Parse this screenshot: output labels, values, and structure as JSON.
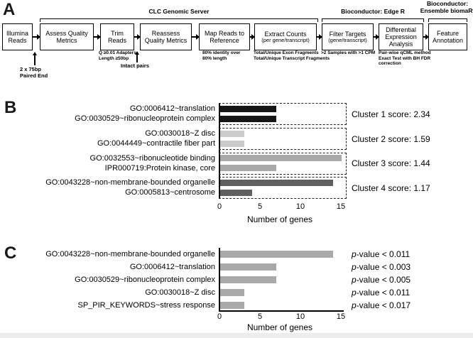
{
  "panels": {
    "a": "A",
    "b": "B",
    "c": "C"
  },
  "workflow": {
    "server_labels": [
      {
        "line1": "CLC Genomic Server",
        "line2": ""
      },
      {
        "line1": "Bioconductor: Edge R",
        "line2": ""
      },
      {
        "line1": "Bioconductor:",
        "line2": "Ensemble biomaRt"
      }
    ],
    "steps": [
      {
        "name": "illumina-reads",
        "lines": [
          "Illumina",
          "Reads"
        ]
      },
      {
        "name": "assess-quality-metrics",
        "lines": [
          "Assess Quality",
          "Metrics"
        ]
      },
      {
        "name": "trim-reads",
        "lines": [
          "Trim",
          "Reads"
        ]
      },
      {
        "name": "reassess-quality-metrics",
        "lines": [
          "Reassess",
          "Quality Metrics"
        ]
      },
      {
        "name": "map-reads-to-reference",
        "lines": [
          "Map Reads to",
          "Reference"
        ]
      },
      {
        "name": "extract-counts",
        "lines": [
          "Extract Counts"
        ],
        "sub": "(per gene/transcript)"
      },
      {
        "name": "filter-targets",
        "lines": [
          "Filter Targets"
        ],
        "sub": "(gene/transcript)"
      },
      {
        "name": "differential-expression-analysis",
        "lines": [
          "Differential",
          "Expression",
          "Analysis"
        ]
      },
      {
        "name": "feature-annotation",
        "lines": [
          "Feature",
          "Annotation"
        ]
      }
    ],
    "annotations": [
      {
        "size": "md",
        "lines": [
          "2 x 75bp",
          "Paired End"
        ]
      },
      {
        "size": "sm",
        "lines": [
          "Q ≥0.01 Adapters",
          "Length ≥50bp"
        ]
      },
      {
        "size": "md",
        "lines": [
          "Intact pairs"
        ]
      },
      {
        "size": "sm",
        "lines": [
          "80% identity over",
          "80% length"
        ]
      },
      {
        "size": "sm",
        "lines": [
          "Total/Unique Exon Fragments",
          "Total/Unique Transcript Fragments"
        ]
      },
      {
        "size": "sm",
        "lines": [
          ">2 Samples with >1 CPM"
        ]
      },
      {
        "size": "sm",
        "lines": [
          "Pair-wise qCML method",
          "Exact Test with BH FDR",
          "correction"
        ]
      }
    ]
  },
  "chart_data": [
    {
      "type": "bar",
      "panel": "B",
      "orientation": "horizontal",
      "categories": [
        "GO:0006412~translation",
        "GO:0030529~ribonucleoprotein complex",
        "GO:0030018~Z disc",
        "GO:0044449~contractile fiber part",
        "GO:0032553~ribonucleotide binding",
        "IPR000719:Protein kinase, core",
        "GO:0043228~non-membrane-bounded organelle",
        "GO:0005813~centrosome"
      ],
      "values": [
        7,
        7,
        3,
        3,
        15,
        7,
        14,
        4
      ],
      "xlabel": "Number of genes",
      "xlim": [
        0,
        15
      ],
      "xticks": [
        "0",
        "5",
        "10",
        "15"
      ],
      "grid": false,
      "clusters": [
        {
          "label": "Cluster 1 score: 2.34",
          "score": 2.34,
          "color": "#161616",
          "rows": [
            0,
            1
          ]
        },
        {
          "label": "Cluster 2 score: 1.59",
          "score": 1.59,
          "color": "#cbcbcb",
          "rows": [
            2,
            3
          ]
        },
        {
          "label": "Cluster 3 score: 1.44",
          "score": 1.44,
          "color": "#a9a9a9",
          "rows": [
            4,
            5
          ]
        },
        {
          "label": "Cluster 4 score: 1.17",
          "score": 1.17,
          "color": "#606060",
          "rows": [
            6,
            7
          ]
        }
      ]
    },
    {
      "type": "bar",
      "panel": "C",
      "orientation": "horizontal",
      "categories": [
        "GO:0043228~non-membrane-bounded organelle",
        "GO:0006412~translation",
        "GO:0030529~ribonucleoprotein complex",
        "GO:0030018~Z disc",
        "SP_PIR_KEYWORDS~stress response"
      ],
      "values": [
        14,
        7,
        7,
        3,
        3
      ],
      "bar_color": "#a9a9a9",
      "xlabel": "Number of genes",
      "xlim": [
        0,
        15
      ],
      "xticks": [
        "0",
        "5",
        "10",
        "15"
      ],
      "grid": false,
      "pvalue_labels": [
        {
          "prefix": "p",
          "text": "-value < 0.011"
        },
        {
          "prefix": "p",
          "text": "-value < 0.003"
        },
        {
          "prefix": "p",
          "text": "-value < 0.005"
        },
        {
          "prefix": "p",
          "text": "-value < 0.011"
        },
        {
          "prefix": "p",
          "text": "-value < 0.017"
        }
      ]
    }
  ]
}
